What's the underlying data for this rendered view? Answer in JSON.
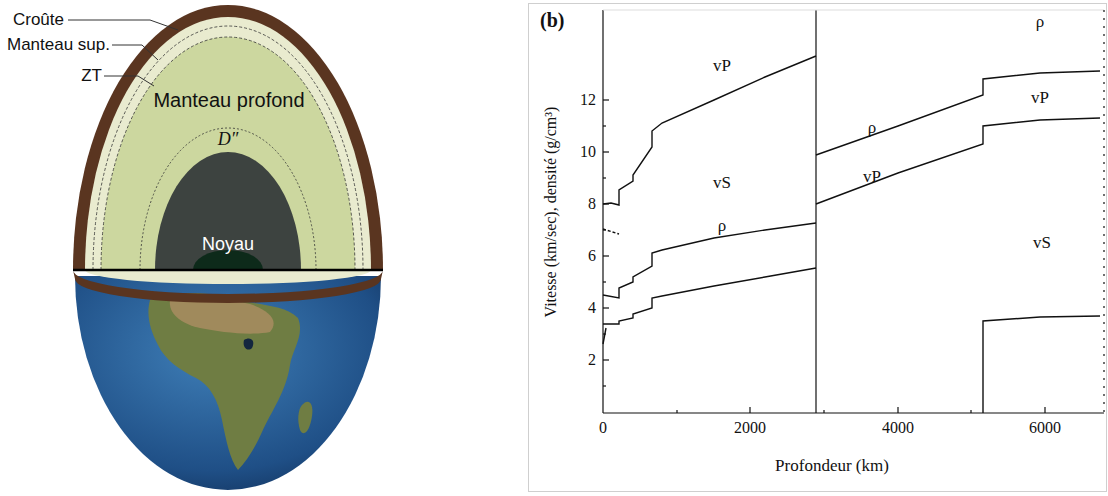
{
  "diagram": {
    "labels": [
      "Croûte",
      "Manteau sup.",
      "ZT",
      "Manteau profond",
      "D″",
      "Noyau",
      "(b)",
      "vP",
      "vS",
      "ρ",
      "ρ",
      "vP",
      "ρ",
      "vP",
      "vS",
      "12",
      "10",
      "8",
      "6",
      "4",
      "2",
      "0",
      "2000",
      "4000",
      "6000",
      "Vitesse (km/sec), densité (g/cm³)",
      "Profondeur (km)"
    ]
  }
}
